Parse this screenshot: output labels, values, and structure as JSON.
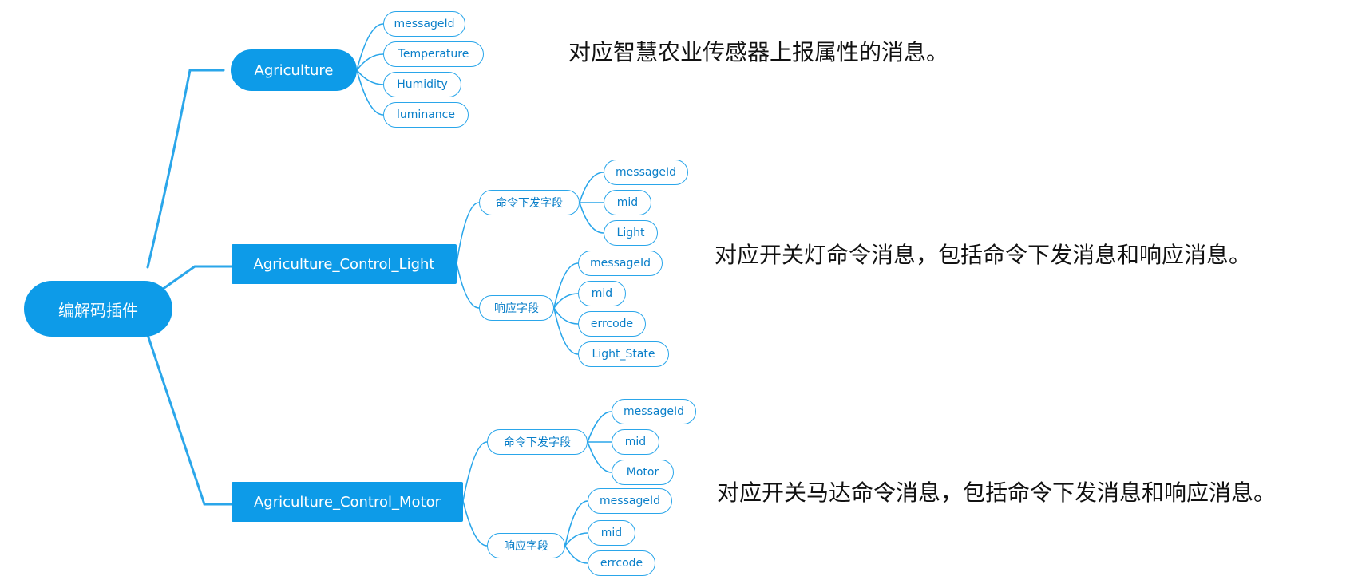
{
  "root": {
    "label": "编解码插件"
  },
  "agriculture": {
    "label": "Agriculture",
    "fields": [
      "messageId",
      "Temperature",
      "Humidity",
      "luminance"
    ],
    "description": "对应智慧农业传感器上报属性的消息。"
  },
  "light": {
    "label": "Agriculture_Control_Light",
    "command": {
      "label": "命令下发字段",
      "fields": [
        "messageId",
        "mid",
        "Light"
      ]
    },
    "response": {
      "label": "响应字段",
      "fields": [
        "messageId",
        "mid",
        "errcode",
        "Light_State"
      ]
    },
    "description": "对应开关灯命令消息，包括命令下发消息和响应消息。"
  },
  "motor": {
    "label": "Agriculture_Control_Motor",
    "command": {
      "label": "命令下发字段",
      "fields": [
        "messageId",
        "mid",
        "Motor"
      ]
    },
    "response": {
      "label": "响应字段",
      "fields": [
        "messageId",
        "mid",
        "errcode"
      ]
    },
    "description": "对应开关马达命令消息，包括命令下发消息和响应消息。"
  },
  "colors": {
    "accent": "#0d9be8",
    "line": "#2aa6ea",
    "text": "#111111"
  }
}
